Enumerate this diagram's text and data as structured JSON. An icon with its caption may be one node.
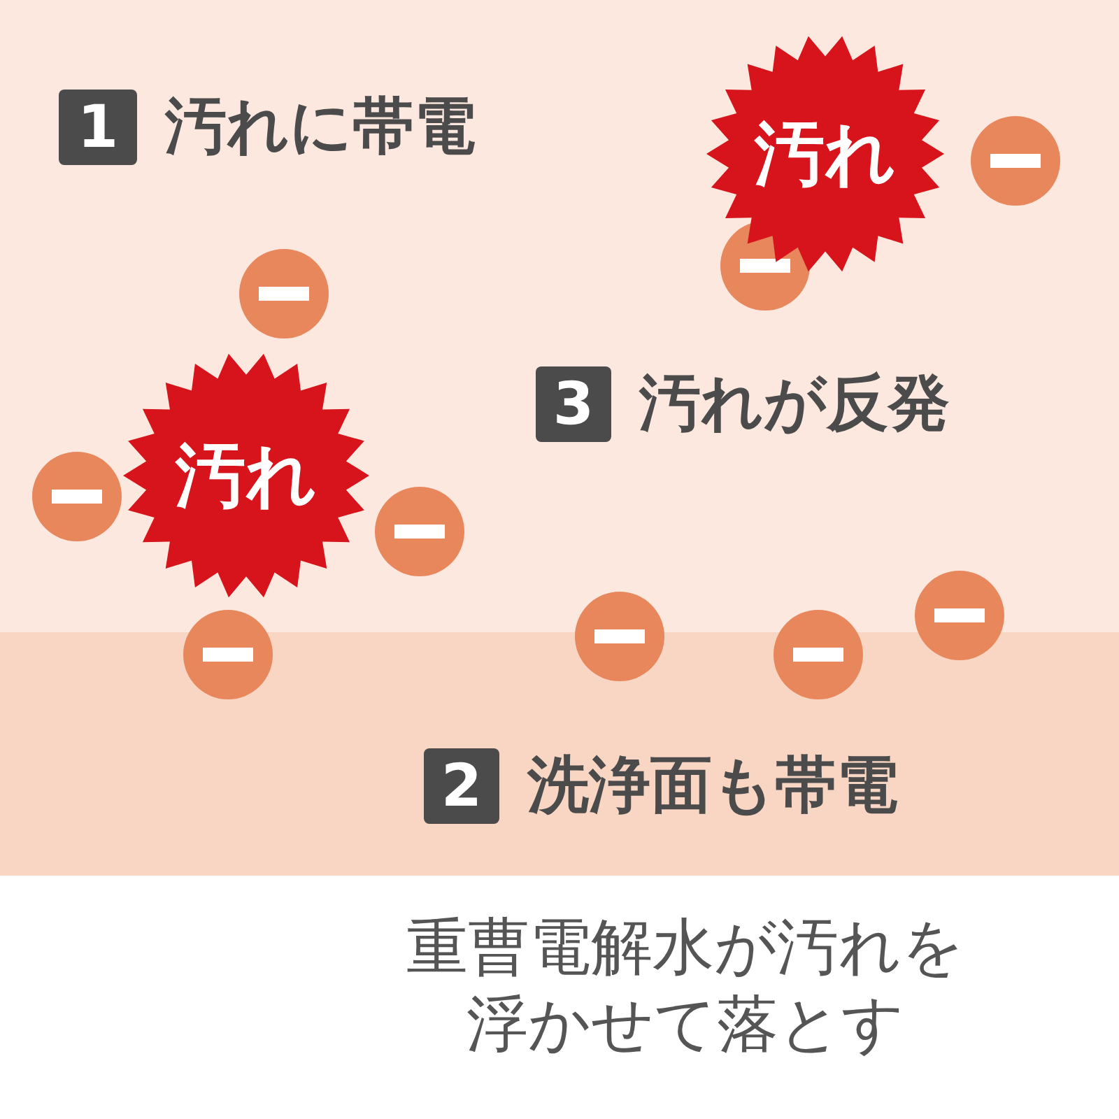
{
  "diagram": {
    "nodes": [
      {
        "text": [
          "1"
        ],
        "beside": [
          "汚れに帯電"
        ]
      },
      {
        "text": [
          "汚れ"
        ]
      },
      {
        "text": [
          "3"
        ],
        "beside": [
          "汚れが反発"
        ]
      },
      {
        "text": [
          "汚れ"
        ]
      },
      {
        "text": [
          "2"
        ],
        "beside": [
          "洗浄面も帯電"
        ]
      }
    ],
    "labels": [
      "重曹電解水が汚れを浮かせて落とす"
    ]
  }
}
